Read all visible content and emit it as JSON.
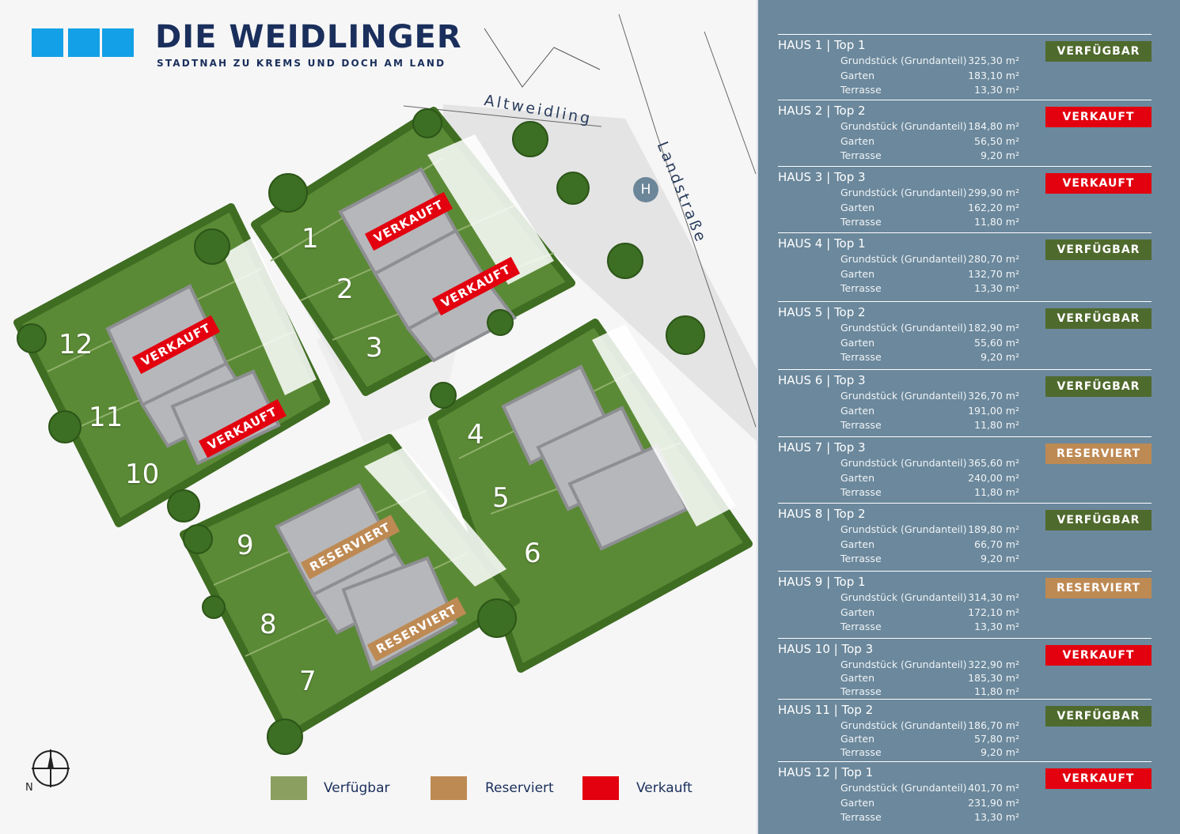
{
  "brand": {
    "title": "DIE WEIDLINGER",
    "subtitle": "STADTNAH ZU KREMS UND DOCH AM LAND",
    "logo_color": "#13a0e6",
    "title_color": "#1a2f5c"
  },
  "map": {
    "streets": {
      "altweidling": "Altweidling",
      "landstrasse": "Landstraße"
    },
    "bus_stop": "H",
    "compass": "N",
    "plots": [
      "1",
      "2",
      "3",
      "4",
      "5",
      "6",
      "7",
      "8",
      "9",
      "10",
      "11",
      "12"
    ],
    "badges": {
      "verkauft": "VERKAUFT",
      "reserviert": "RESERVIERT"
    }
  },
  "legend": [
    {
      "label": "Verfügbar",
      "color": "#8a9f60"
    },
    {
      "label": "Reserviert",
      "color": "#be8a54"
    },
    {
      "label": "Verkauft",
      "color": "#e3000f"
    }
  ],
  "status_colors": {
    "VERFÜGBAR": "#4f6a2d",
    "VERKAUFT": "#e3000f",
    "RESERVIERT": "#be8a54"
  },
  "labels": {
    "grund": "Grundstück (Grundanteil)",
    "garten": "Garten",
    "terrasse": "Terrasse"
  },
  "houses": [
    {
      "header": "HAUS  1  |  Top 1",
      "grund": "325,30 m²",
      "garten": "183,10 m²",
      "terrasse": "13,30 m²",
      "status": "VERFÜGBAR"
    },
    {
      "header": "HAUS  2  |  Top 2",
      "grund": "184,80 m²",
      "garten": "56,50 m²",
      "terrasse": "9,20 m²",
      "status": "VERKAUFT"
    },
    {
      "header": "HAUS  3  |  Top 3",
      "grund": "299,90 m²",
      "garten": "162,20 m²",
      "terrasse": "11,80 m²",
      "status": "VERKAUFT"
    },
    {
      "header": "HAUS  4  |  Top 1",
      "grund": "280,70 m²",
      "garten": "132,70 m²",
      "terrasse": "13,30 m²",
      "status": "VERFÜGBAR"
    },
    {
      "header": "HAUS  5  |  Top 2",
      "grund": "182,90 m²",
      "garten": "55,60 m²",
      "terrasse": "9,20 m²",
      "status": "VERFÜGBAR"
    },
    {
      "header": "HAUS  6  |  Top 3",
      "grund": "326,70 m²",
      "garten": "191,00 m²",
      "terrasse": "11,80 m²",
      "status": "VERFÜGBAR"
    },
    {
      "header": "HAUS  7  |  Top 3",
      "grund": "365,60 m²",
      "garten": "240,00 m²",
      "terrasse": "11,80 m²",
      "status": "RESERVIERT"
    },
    {
      "header": "HAUS  8  |  Top 2",
      "grund": "189,80 m²",
      "garten": "66,70 m²",
      "terrasse": "9,20 m²",
      "status": "VERFÜGBAR"
    },
    {
      "header": "HAUS  9  |  Top 1",
      "grund": "314,30 m²",
      "garten": "172,10 m²",
      "terrasse": "13,30 m²",
      "status": "RESERVIERT"
    },
    {
      "header": "HAUS  10  |  Top 3",
      "grund": "322,90 m²",
      "garten": "185,30 m²",
      "terrasse": "11,80 m²",
      "status": "VERKAUFT"
    },
    {
      "header": "HAUS  11  |  Top 2",
      "grund": "186,70 m²",
      "garten": "57,80 m²",
      "terrasse": "9,20 m²",
      "status": "VERFÜGBAR"
    },
    {
      "header": "HAUS  12  |  Top 1",
      "grund": "401,70 m²",
      "garten": "231,90 m²",
      "terrasse": "13,30 m²",
      "status": "VERKAUFT"
    }
  ]
}
